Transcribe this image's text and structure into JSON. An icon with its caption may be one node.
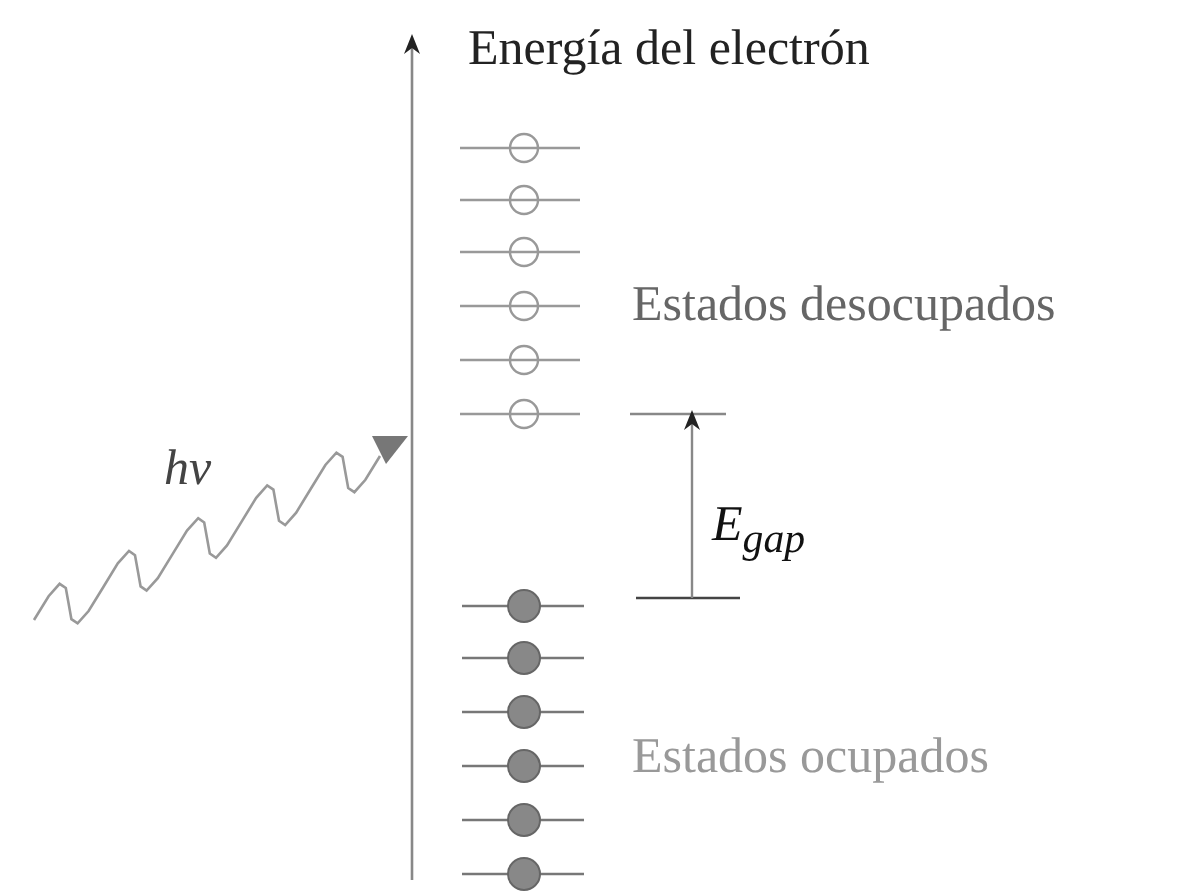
{
  "diagram": {
    "labels": [
      "Energía del electrón",
      "Estados desocupados",
      "hν",
      "E$_{gap}$",
      "Estados ocupados"
    ]
  }
}
